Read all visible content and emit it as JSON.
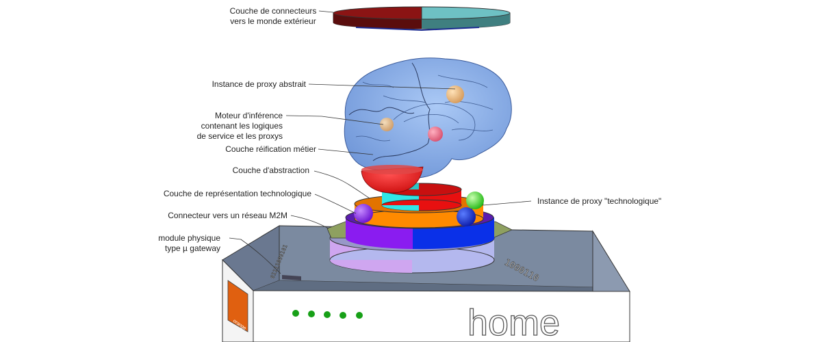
{
  "labels": {
    "connectors_world": [
      "Couche de connecteurs",
      "vers le monde extérieur"
    ],
    "abstract_proxy": "Instance de proxy abstrait",
    "inference_engine": [
      "Moteur d'inférence",
      "contenant les logiques",
      "de service et les proxys"
    ],
    "business_reification": "Couche réification métier",
    "abstraction": "Couche d'abstraction",
    "tech_representation": "Couche de représentation technologique",
    "m2m_connector": "Connecteur vers un réseau M2M",
    "physical_module": [
      "module physique",
      "type µ gateway"
    ],
    "tech_proxy": "Instance de proxy \"technologique\""
  },
  "device": {
    "brand_text": "home",
    "binary_right": "1000110",
    "binary_left": "01111000101",
    "logo_text": "orange",
    "leds": 5
  },
  "colors": {
    "disc_red": "#8b1414",
    "disc_teal": "#6ec1c4",
    "brain": "#6f9fe6",
    "red_layer": "#e81010",
    "cyan": "#30e6e6",
    "orange": "#ff8a00",
    "violet": "#8a1cf0",
    "blue": "#0a30e8",
    "lilac": "#cfa6f0",
    "periwinkle": "#b4b8ee",
    "sphere_green": "#33dd22",
    "logo_orange": "#e06010",
    "led_green": "#17a017",
    "box_gray": "#7b8aa0"
  }
}
